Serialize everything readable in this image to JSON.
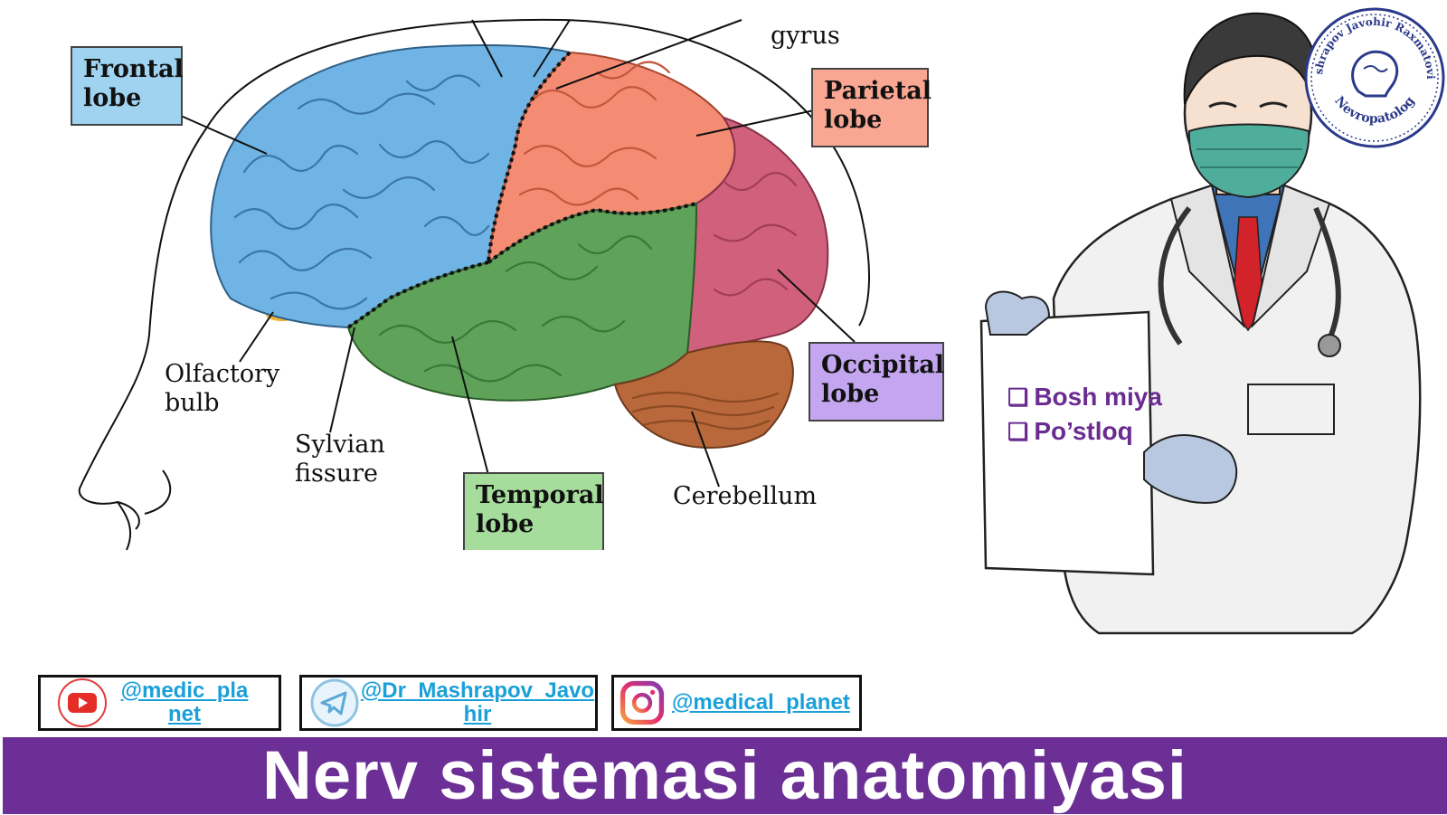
{
  "diagram": {
    "labels": {
      "frontal": [
        "Frontal",
        "lobe"
      ],
      "parietal": [
        "Parietal",
        "lobe"
      ],
      "occipital": [
        "Occipital",
        "lobe"
      ],
      "temporal": [
        "Temporal",
        "lobe"
      ],
      "gyrus": "gyrus",
      "olfactory": [
        "Olfactory",
        "bulb"
      ],
      "sylvian": [
        "Sylvian",
        "fissure"
      ],
      "cerebellum": "Cerebellum"
    },
    "colors": {
      "frontal": "#6fb4e4",
      "parietal": "#f48c73",
      "occipital": "#d1607d",
      "temporal": "#5fa35a",
      "cerebellum": "#b8683a",
      "frontal_box": "#9fd3f0",
      "parietal_box": "#f9a693",
      "occipital_box": "#c3a6ef",
      "temporal_box": "#a6dc9c"
    }
  },
  "paper": {
    "items": [
      "Bosh miya",
      "Po’stloq"
    ]
  },
  "stamp": {
    "text_top": "Mashrapov Javohir Raxmatovich",
    "text_bottom": "Nevropatolog"
  },
  "social": {
    "youtube": {
      "handle": "@medic_planet",
      "icon": "youtube-icon"
    },
    "telegram": {
      "handle": "@Dr_Mashrapov_Javohir",
      "icon": "telegram-icon"
    },
    "instagram": {
      "handle": "@medical_planet",
      "icon": "instagram-icon"
    }
  },
  "banner": {
    "title": "Nerv sistemasi anatomiyasi",
    "color": "#6b2f95"
  }
}
